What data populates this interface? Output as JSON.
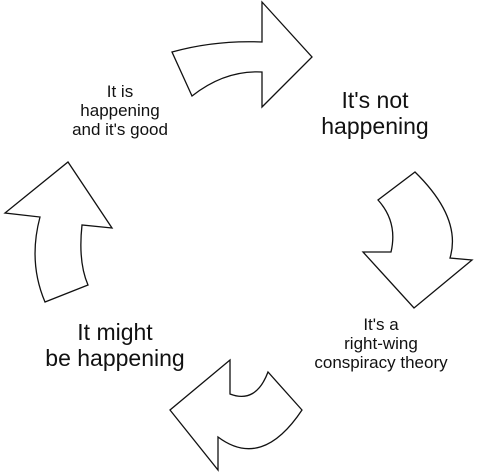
{
  "stages": [
    {
      "id": "top-left",
      "lines": [
        "It is",
        "happening",
        "and it's good"
      ]
    },
    {
      "id": "top-right",
      "lines": [
        "It's not",
        "happening"
      ]
    },
    {
      "id": "bottom-right",
      "lines": [
        "It's a",
        "right-wing",
        "conspiracy theory"
      ]
    },
    {
      "id": "bottom-left",
      "lines": [
        "It might",
        "be happening"
      ]
    }
  ],
  "colors": {
    "background": "#ffffff",
    "stroke": "#111111",
    "text": "#111111"
  },
  "icons": [
    "curved-arrow-icon"
  ]
}
